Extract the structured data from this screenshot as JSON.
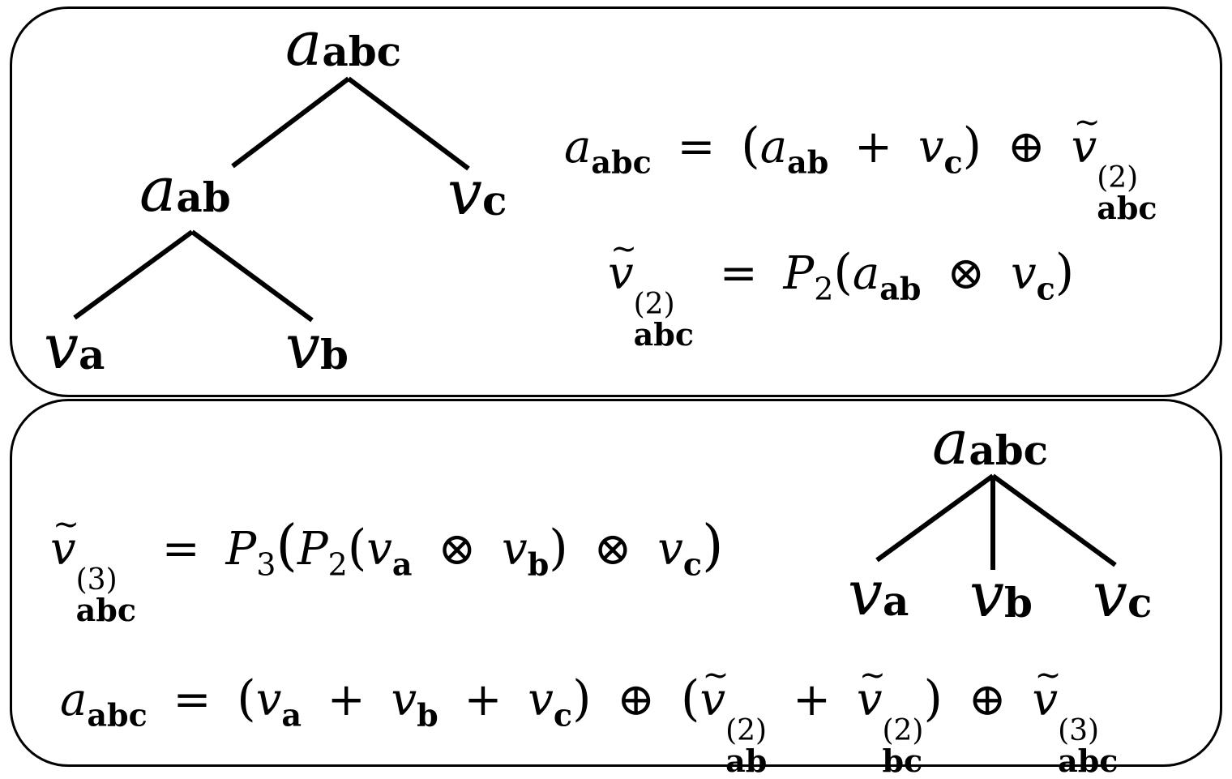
{
  "top": {
    "tree": {
      "root": {
        "sym": "a",
        "sub": "abc"
      },
      "mid": {
        "sym": "a",
        "sub": "ab"
      },
      "right": {
        "sym": "v",
        "sub": "c"
      },
      "leaf_left": {
        "sym": "v",
        "sub": "a"
      },
      "leaf_right": {
        "sym": "v",
        "sub": "b"
      }
    },
    "eq1": {
      "lhs_sym": "a",
      "lhs_sub": "abc",
      "eq": "=",
      "t1_sym": "a",
      "t1_sub": "ab",
      "plus": "+",
      "t2_sym": "v",
      "t2_sub": "c",
      "oplus": "⊕",
      "t3_sym": "v",
      "t3_sup": "(2)",
      "t3_sub": "abc"
    },
    "eq2": {
      "lhs_sym": "v",
      "lhs_sup": "(2)",
      "lhs_sub": "abc",
      "eq": "=",
      "P_sym": "P",
      "P_sub": "2",
      "t1_sym": "a",
      "t1_sub": "ab",
      "otimes": "⊗",
      "t2_sym": "v",
      "t2_sub": "c"
    }
  },
  "bottom": {
    "tree": {
      "root": {
        "sym": "a",
        "sub": "abc"
      },
      "leaf_a": {
        "sym": "v",
        "sub": "a"
      },
      "leaf_b": {
        "sym": "v",
        "sub": "b"
      },
      "leaf_c": {
        "sym": "v",
        "sub": "c"
      }
    },
    "eq1": {
      "lhs_sym": "v",
      "lhs_sup": "(3)",
      "lhs_sub": "abc",
      "eq": "=",
      "P3_sym": "P",
      "P3_sub": "3",
      "P2_sym": "P",
      "P2_sub": "2",
      "t1_sym": "v",
      "t1_sub": "a",
      "otimes1": "⊗",
      "t2_sym": "v",
      "t2_sub": "b",
      "otimes2": "⊗",
      "t3_sym": "v",
      "t3_sub": "c"
    },
    "eq2": {
      "lhs_sym": "a",
      "lhs_sub": "abc",
      "eq": "=",
      "t1_sym": "v",
      "t1_sub": "a",
      "plus1": "+",
      "t2_sym": "v",
      "t2_sub": "b",
      "plus2": "+",
      "t3_sym": "v",
      "t3_sub": "c",
      "oplus1": "⊕",
      "u1_sym": "v",
      "u1_sup": "(2)",
      "u1_sub": "ab",
      "plus3": "+",
      "u2_sym": "v",
      "u2_sup": "(2)",
      "u2_sub": "bc",
      "oplus2": "⊕",
      "w_sym": "v",
      "w_sup": "(3)",
      "w_sub": "abc"
    }
  }
}
